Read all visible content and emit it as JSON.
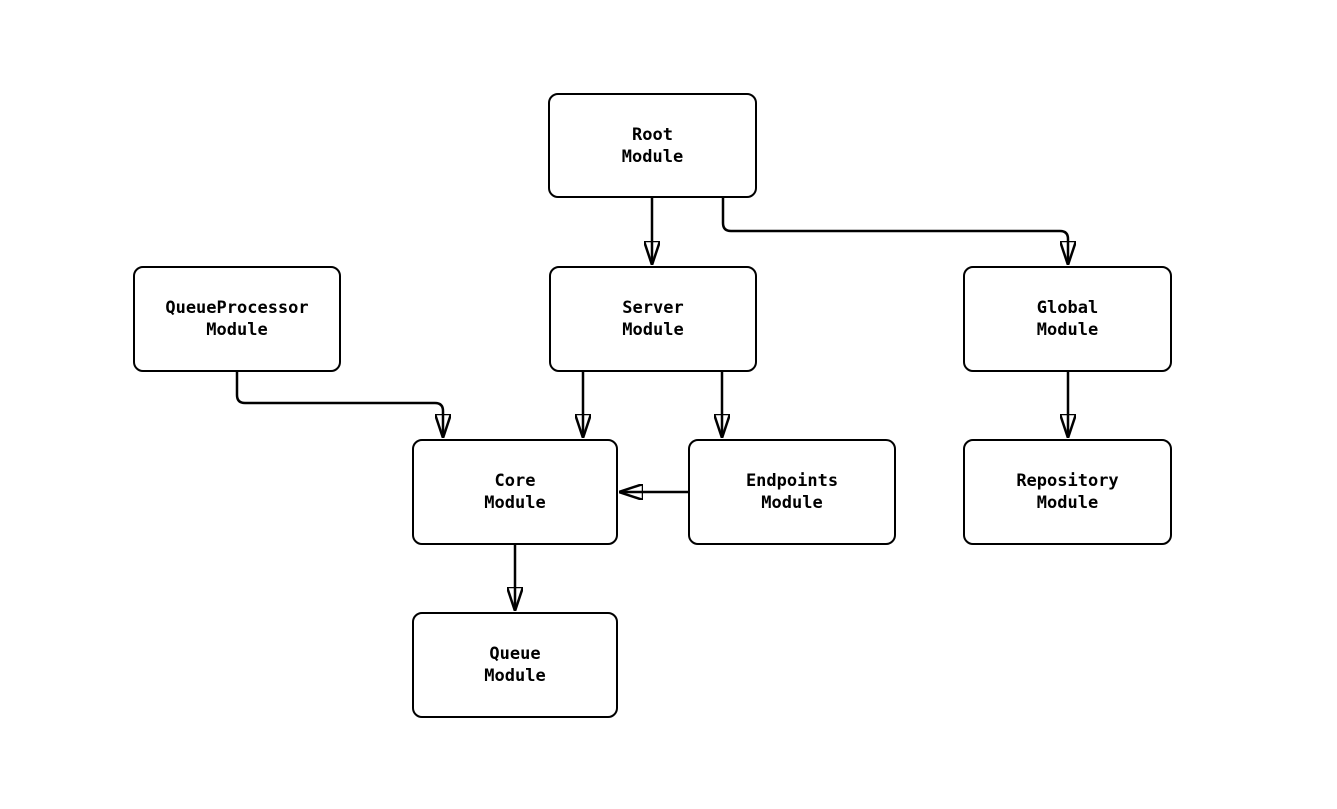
{
  "diagram": {
    "type": "module-dependency-flowchart",
    "colors": {
      "background": "#ffffff",
      "node_fill": "#ffffff",
      "node_border": "#000000",
      "edge_stroke": "#000000",
      "text": "#000000"
    },
    "nodes": [
      {
        "id": "root",
        "line1": "Root",
        "line2": "Module"
      },
      {
        "id": "queue-processor",
        "line1": "QueueProcessor",
        "line2": "Module"
      },
      {
        "id": "server",
        "line1": "Server",
        "line2": "Module"
      },
      {
        "id": "global",
        "line1": "Global",
        "line2": "Module"
      },
      {
        "id": "core",
        "line1": "Core",
        "line2": "Module"
      },
      {
        "id": "endpoints",
        "line1": "Endpoints",
        "line2": "Module"
      },
      {
        "id": "repository",
        "line1": "Repository",
        "line2": "Module"
      },
      {
        "id": "queue",
        "line1": "Queue",
        "line2": "Module"
      }
    ],
    "edges": [
      {
        "from": "root",
        "to": "server",
        "style": "arrow"
      },
      {
        "from": "root",
        "to": "global",
        "style": "arrow"
      },
      {
        "from": "queue-processor",
        "to": "core",
        "style": "arrow"
      },
      {
        "from": "server",
        "to": "core",
        "style": "arrow"
      },
      {
        "from": "server",
        "to": "endpoints",
        "style": "arrow"
      },
      {
        "from": "global",
        "to": "repository",
        "style": "arrow"
      },
      {
        "from": "endpoints",
        "to": "core",
        "style": "arrow"
      },
      {
        "from": "core",
        "to": "queue",
        "style": "arrow"
      }
    ]
  }
}
